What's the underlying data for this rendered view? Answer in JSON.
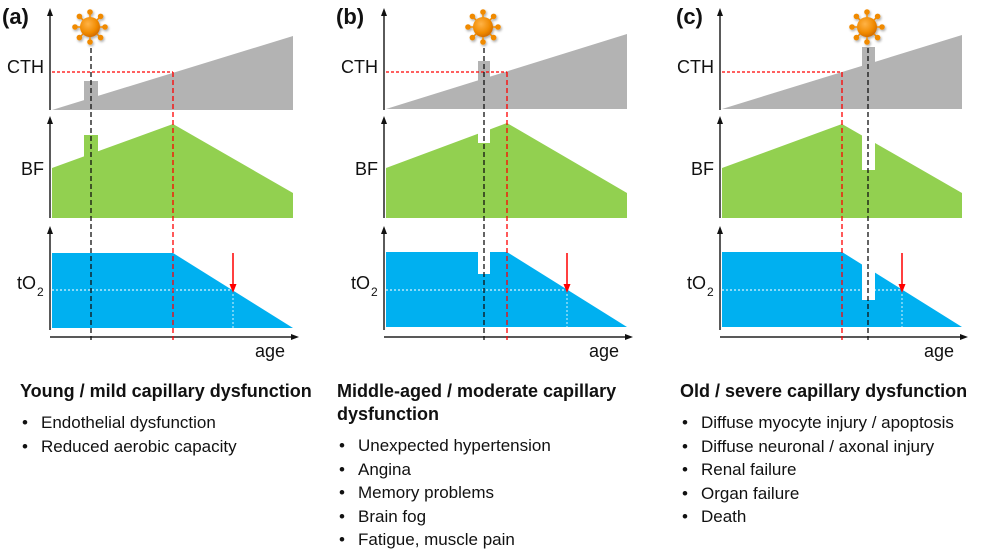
{
  "figure": {
    "panels": [
      {
        "id": "a",
        "label": "(a)",
        "stage_title": "Young / mild capillary dysfunction",
        "symptoms": [
          "Endothelial dysfunction",
          "Reduced aerobic capacity"
        ]
      },
      {
        "id": "b",
        "label": "(b)",
        "stage_title": "Middle-aged / moderate capillary dysfunction",
        "symptoms": [
          "Unexpected hypertension",
          "Angina",
          "Memory problems",
          "Brain fog",
          "Fatigue, muscle pain"
        ]
      },
      {
        "id": "c",
        "label": "(c)",
        "stage_title": "Old / severe capillary dysfunction",
        "symptoms": [
          "Diffuse myocyte injury / apoptosis",
          "Diffuse neuronal / axonal injury",
          "Renal failure",
          "Organ failure",
          "Death"
        ]
      }
    ],
    "axis_labels": {
      "cth": "CTH",
      "bf": "BF",
      "to2_main": "tO",
      "to2_sub": "2",
      "age": "age"
    },
    "colors": {
      "cth_fill": "#b3b3b3",
      "bf_fill": "#92d050",
      "to2_fill": "#00b0f0",
      "threshold_line": "#ff0000",
      "event_line": "#111111",
      "pathogen": "#f08a00"
    }
  },
  "chart_data": {
    "type": "area",
    "title": "",
    "xlabel": "age",
    "series_names": [
      "CTH",
      "BF",
      "tO2"
    ],
    "notes": "Schematic: CTH rises linearly with age; BF rises until CTH threshold (red dashed) then falls; tO2 flat until threshold then falls; red arrow marks tO2 critical point. Pathogen (orange) event marked by black dashed line causes CTH spike, BF change and tO2 dip.",
    "panels": [
      {
        "label": "(a)",
        "event_age": 0.17,
        "threshold_age": 0.5,
        "bf_event_effect": "increase",
        "to2_event_effect": "none"
      },
      {
        "label": "(b)",
        "event_age": 0.41,
        "threshold_age": 0.5,
        "bf_event_effect": "decrease",
        "to2_event_effect": "dip"
      },
      {
        "label": "(c)",
        "event_age": 0.61,
        "threshold_age": 0.5,
        "bf_event_effect": "large decrease",
        "to2_event_effect": "large dip"
      }
    ]
  }
}
